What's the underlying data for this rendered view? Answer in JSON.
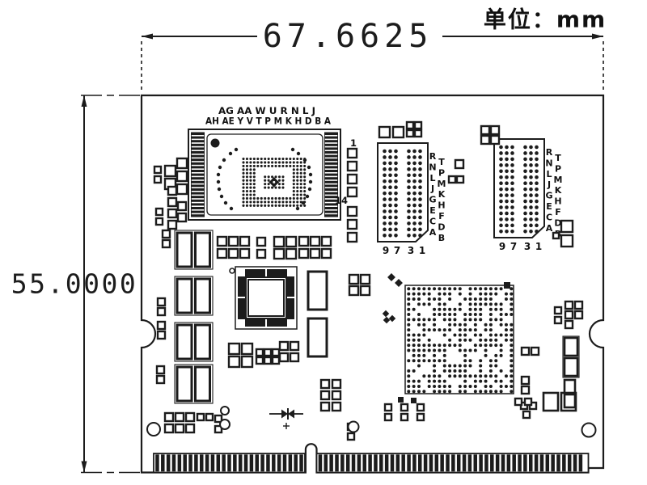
{
  "annotations": {
    "unit_label": "单位：mm",
    "width_dimension": "67.6625",
    "height_dimension": "55.0000"
  },
  "memory_chip": {
    "ball_row_labels_line1": "AG AA W U R N L J",
    "ball_row_labels_line2": "AH AE Y V T P M K H D B A",
    "side_pin_first": "1",
    "side_pin_last": "14"
  },
  "socket_footprints": {
    "count": 2,
    "inner_pin_letters": [
      "R",
      "N",
      "L",
      "J",
      "G",
      "E",
      "C",
      "A"
    ],
    "outer_pin_letters": [
      "T",
      "P",
      "M",
      "K",
      "H",
      "F",
      "D",
      "B"
    ],
    "bottom_pin_numbers": [
      "9",
      "7",
      "3",
      "1"
    ]
  },
  "colors": {
    "ink": "#1c1c1c",
    "background": "#ffffff"
  }
}
